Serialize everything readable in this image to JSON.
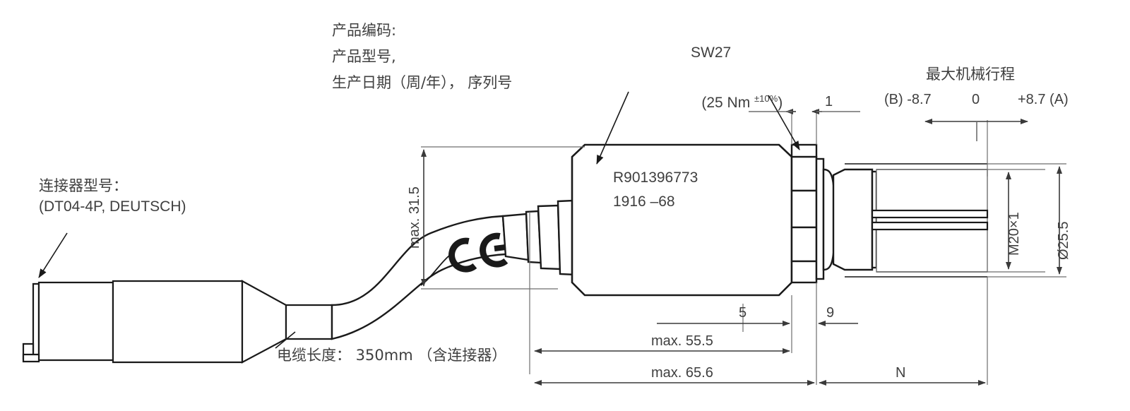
{
  "drawing": {
    "title": "Hydraulic proportional solenoid dimensional drawing",
    "annotations": {
      "connector_type_line1": "连接器型号：",
      "connector_type_line2": "(DT04-4P, DEUTSCH)",
      "product_code_line1": "产品编码:",
      "product_code_line2": "产品型号,",
      "product_code_line3": "生产日期（周/年）， 序列号",
      "cable_length": "电缆长度： 350mm （含连接器）",
      "wrench_size": "SW27",
      "torque_prefix": "(25 Nm ",
      "torque_tolerance": "±10%",
      "torque_suffix": ")",
      "stroke_title": "最大机械行程",
      "stroke_min": "(B) -8.7",
      "stroke_zero": "0",
      "stroke_max": "+8.7 (A)",
      "nameplate_line1": "R901396773",
      "nameplate_line2": "1916 –68",
      "ce_mark": "CE"
    },
    "dimensions": {
      "height_max": "max. 31.5",
      "thread": "M20×1",
      "diameter": "Ø25.5",
      "gap_1": "1",
      "offset_5": "5",
      "offset_9": "9",
      "length_55": "max. 55.5",
      "length_65": "max. 65.6",
      "length_n": "N"
    },
    "colors": {
      "line": "#1a1a1a",
      "thin_line": "#6e6e6e",
      "text": "#3f3f3f",
      "background": "#ffffff"
    }
  }
}
